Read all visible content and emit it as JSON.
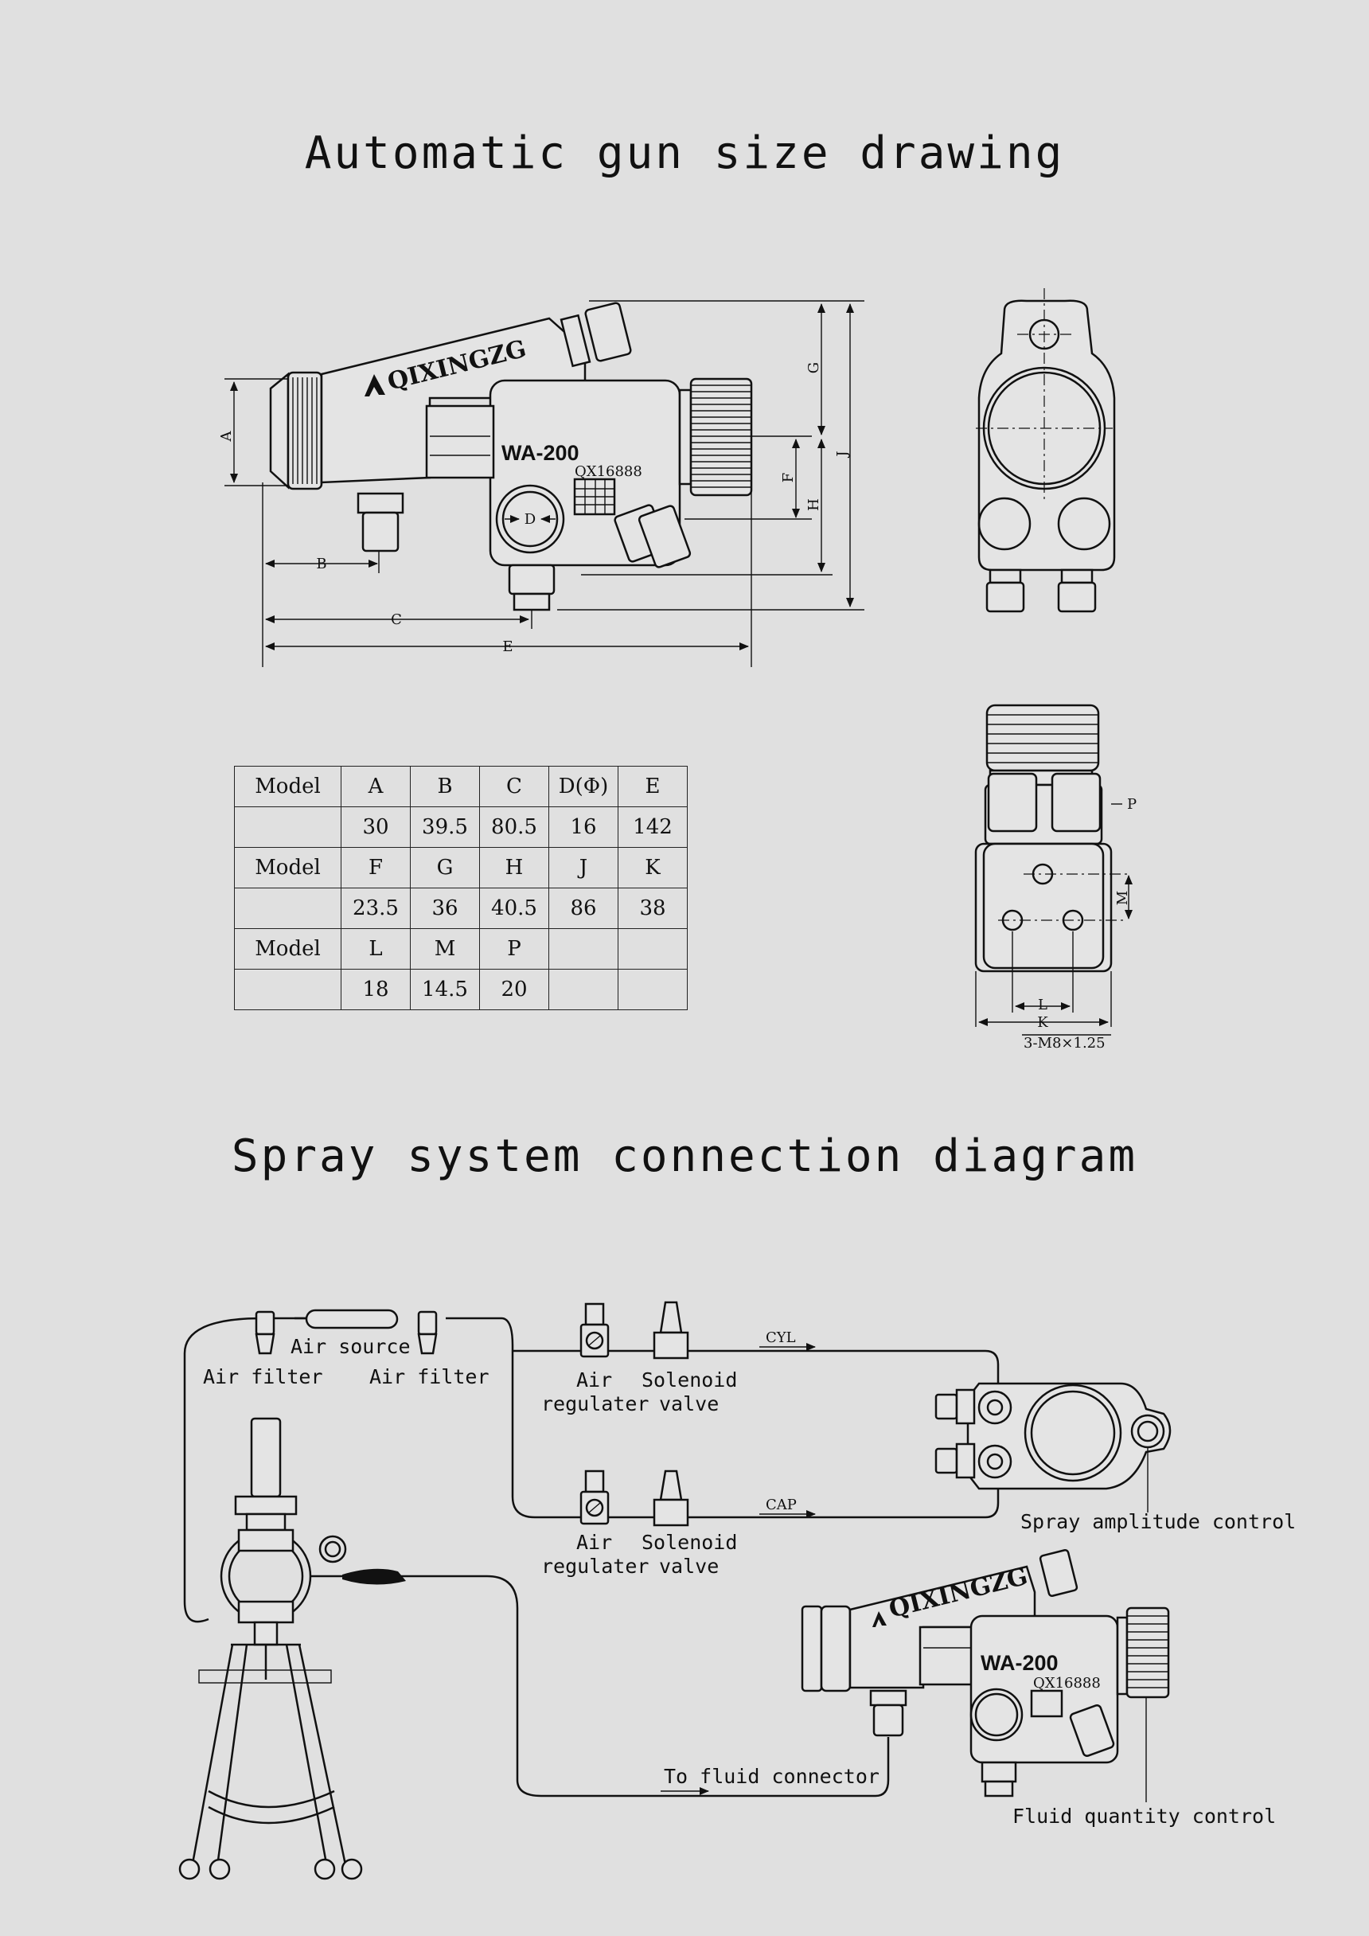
{
  "titles": {
    "size_drawing": "Automatic gun size drawing",
    "connection_diagram": "Spray system connection diagram"
  },
  "gun": {
    "brand": "QIXINGZG",
    "model": "WA-200",
    "code": "QX16888"
  },
  "dimension_labels": {
    "A": "A",
    "B": "B",
    "C": "C",
    "D": "D",
    "E": "E",
    "F": "F",
    "G": "G",
    "H": "H",
    "J": "J",
    "K": "K",
    "L": "L",
    "M": "M",
    "P": "P",
    "thread": "3-M8×1.25"
  },
  "table": {
    "rows": [
      [
        "Model",
        "A",
        "B",
        "C",
        "D(Φ)",
        "E"
      ],
      [
        "",
        "30",
        "39.5",
        "80.5",
        "16",
        "142"
      ],
      [
        "Model",
        "F",
        "G",
        "H",
        "J",
        "K"
      ],
      [
        "",
        "23.5",
        "36",
        "40.5",
        "86",
        "38"
      ],
      [
        "Model",
        "L",
        "M",
        "P",
        "",
        ""
      ],
      [
        "",
        "18",
        "14.5",
        "20",
        "",
        ""
      ]
    ]
  },
  "connection": {
    "air_source": "Air source",
    "air_filter_left": "Air filter",
    "air_filter_right": "Air filter",
    "air_regulater_1": [
      "Air",
      "regulater"
    ],
    "solenoid_valve_1": [
      "Solenoid",
      "valve"
    ],
    "air_regulater_2": [
      "Air",
      "regulater"
    ],
    "solenoid_valve_2": [
      "Solenoid",
      "valve"
    ],
    "cyl": "CYL",
    "cap": "CAP",
    "spray_amplitude_control": "Spray amplitude control",
    "fluid_connector": "To fluid connector",
    "fluid_quantity_control": "Fluid quantity control"
  }
}
